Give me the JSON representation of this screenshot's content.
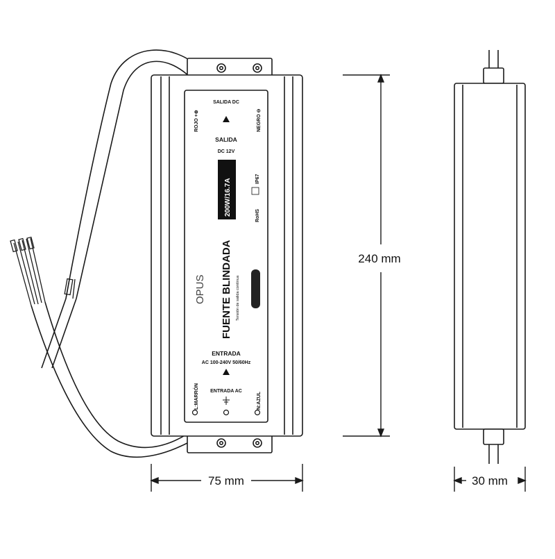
{
  "dimensions": {
    "width": "75 mm",
    "height": "240 mm",
    "depth": "30 mm"
  },
  "label": {
    "output_top": "SALIDA DC",
    "positive": "ROJO +⊕",
    "negative": "NEGRO ⊖",
    "output_title": "SALIDA",
    "output_voltage": "DC 12V",
    "rating": "200W/16.7A",
    "ip_rating": "IP67",
    "rohs": "RoHS",
    "brand": "OPUS",
    "product_name": "FUENTE BLINDADA",
    "product_subtitle": "Tensión de salida contínua",
    "input_title": "ENTRADA",
    "input_spec": "AC 100-240V 50/60Hz",
    "input_bottom": "ENTRADA AC",
    "live": "L:MARRÓN",
    "neutral": "N:AZUL"
  },
  "colors": {
    "line": "#1a1a1a",
    "rating_bg": "#111111",
    "rating_text": "#ffffff"
  }
}
